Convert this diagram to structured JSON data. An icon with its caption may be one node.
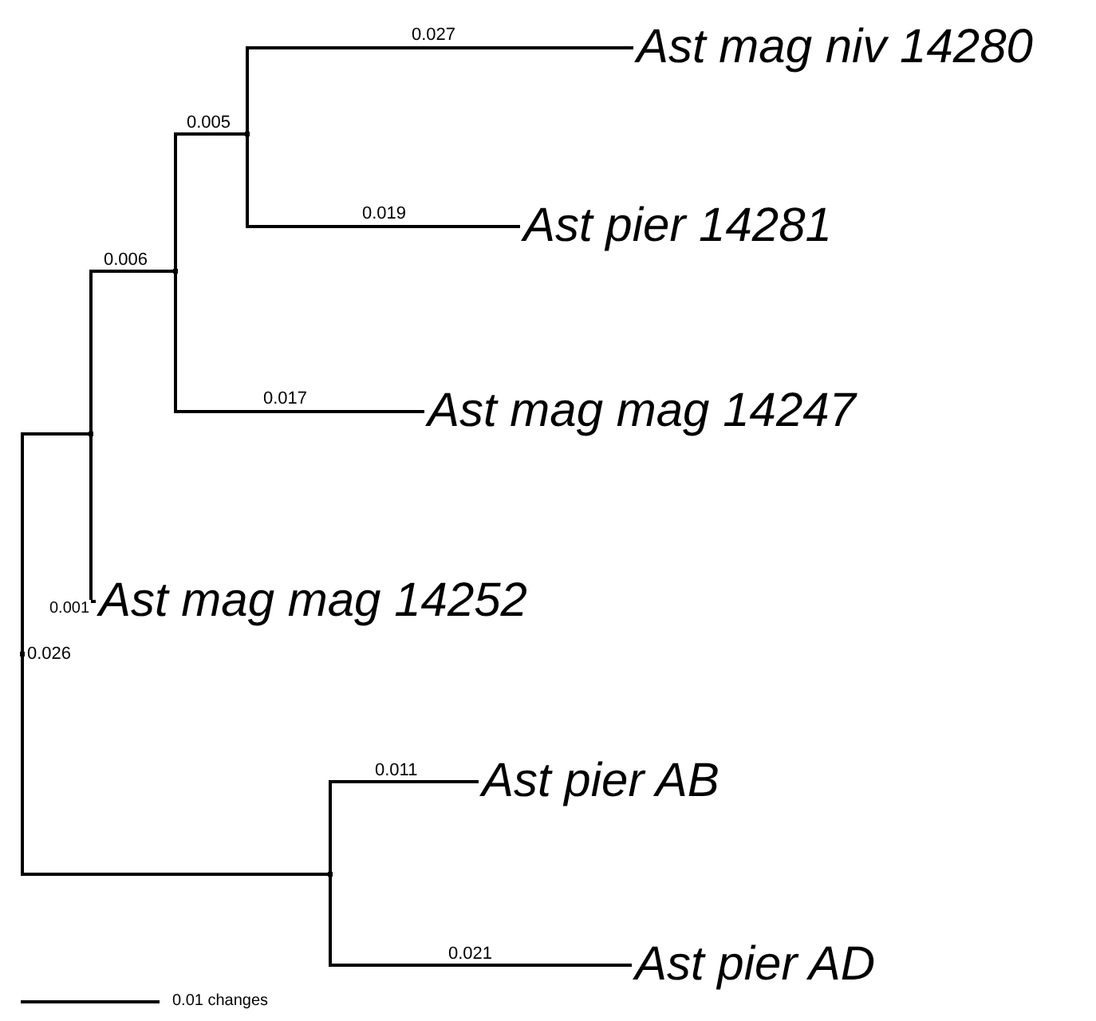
{
  "diagram": {
    "nodes": [
      {
        "text": [
          "Ast mag niv 14280"
        ]
      },
      {
        "text": [
          "Ast pier 14281"
        ]
      },
      {
        "text": [
          "Ast mag mag 14247"
        ]
      },
      {
        "text": [
          "Ast mag mag 14252"
        ]
      },
      {
        "text": [
          "Ast pier AB"
        ]
      },
      {
        "text": [
          "Ast pier AD"
        ]
      },
      {
        "text": [],
        "shape": "point"
      },
      {
        "text": [],
        "shape": "point"
      },
      {
        "text": [],
        "shape": "point"
      },
      {
        "text": [],
        "shape": "point"
      },
      {
        "text": [],
        "shape": "point"
      }
    ],
    "edges": [
      {
        "from": 6,
        "to": 7,
        "arrow": "none",
        "label": "0.026"
      },
      {
        "from": 6,
        "to": 10,
        "arrow": "none"
      },
      {
        "from": 7,
        "to": 8,
        "arrow": "none",
        "label": "0.006"
      },
      {
        "from": 7,
        "to": 3,
        "arrow": "none",
        "label": "0.001"
      },
      {
        "from": 8,
        "to": 9,
        "arrow": "none",
        "label": "0.005"
      },
      {
        "from": 8,
        "to": 2,
        "arrow": "none",
        "label": "0.017"
      },
      {
        "from": 9,
        "to": 0,
        "arrow": "none",
        "label": "0.027"
      },
      {
        "from": 9,
        "to": 1,
        "arrow": "none",
        "label": "0.019"
      },
      {
        "from": 10,
        "to": 4,
        "arrow": "none",
        "label": "0.011"
      },
      {
        "from": 10,
        "to": 5,
        "arrow": "none",
        "label": "0.021"
      }
    ],
    "labels": [
      "0.01 changes"
    ]
  }
}
